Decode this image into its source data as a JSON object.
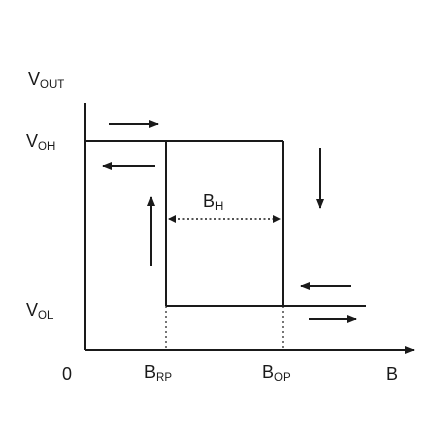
{
  "diagram": {
    "y_axis_label": {
      "main": "V",
      "sub": "OUT"
    },
    "level_high": {
      "main": "V",
      "sub": "OH"
    },
    "level_low": {
      "main": "V",
      "sub": "OL"
    },
    "origin": "0",
    "x_axis_label": "B",
    "release_point": {
      "main": "B",
      "sub": "RP"
    },
    "operate_point": {
      "main": "B",
      "sub": "OP"
    },
    "hysteresis": {
      "main": "B",
      "sub": "H"
    },
    "colors": {
      "line": "#1a1a1a",
      "background": "#ffffff"
    }
  }
}
